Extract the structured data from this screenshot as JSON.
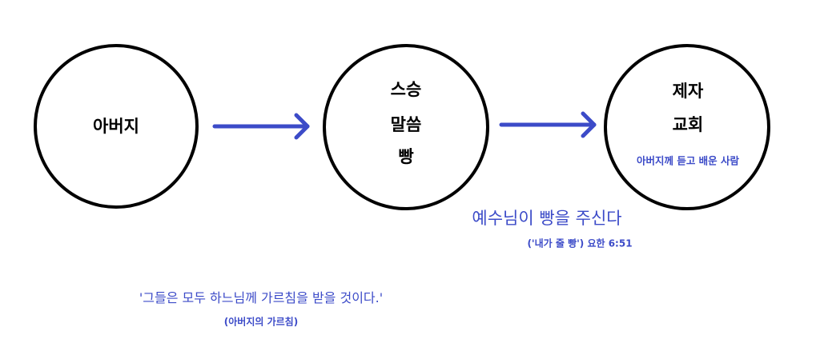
{
  "nodes": {
    "father": {
      "label": "아버지"
    },
    "teacher": {
      "line1": "스승",
      "line2": "말씀",
      "line3": "빵"
    },
    "disciple": {
      "line1": "제자",
      "line2": "교회",
      "caption": "아버지께 듣고 배운 사람"
    }
  },
  "annotations": {
    "jesus_gives": "예수님이 빵을 주신다",
    "verse": "('내가 줄 빵')  요한 6:51",
    "quote": "'그들은 모두 하느님께 가르침을 받을 것이다.'",
    "quote_source": "(아버지의 가르침)"
  },
  "colors": {
    "accent": "#3c4bc8",
    "circle_stroke": "#000000"
  }
}
